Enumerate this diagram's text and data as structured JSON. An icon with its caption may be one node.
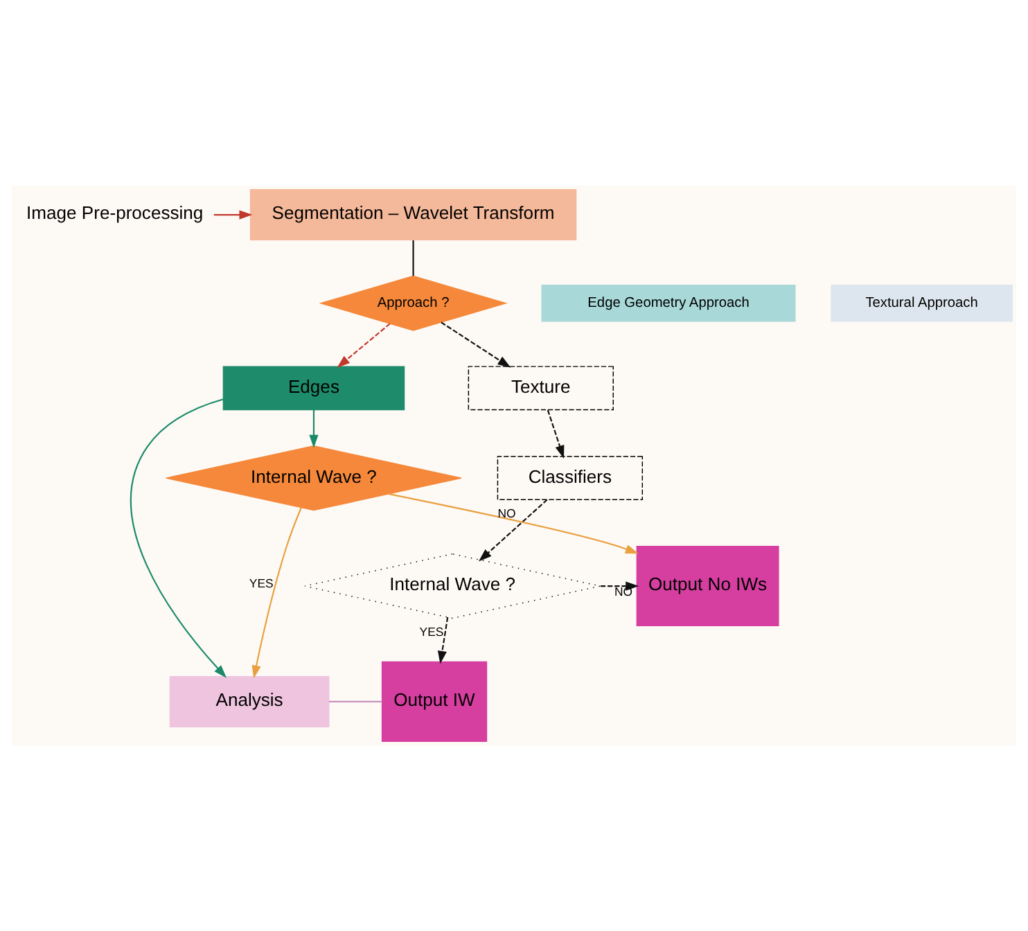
{
  "diagram": {
    "nodes": [
      {
        "text": [
          "Image Pre-processing"
        ]
      },
      {
        "text": [
          "Segmentation – Wavelet Transform"
        ]
      },
      {
        "text": [
          "Edge Geometry Approach"
        ]
      },
      {
        "text": [
          "Approach ?"
        ]
      },
      {
        "text": [
          "Textural Approach"
        ]
      },
      {
        "text": [
          "Texture"
        ]
      },
      {
        "text": [
          "Edges"
        ]
      },
      {
        "text": [
          "Classifiers"
        ]
      },
      {
        "text": [
          "Internal Wave ?"
        ]
      },
      {
        "text": [
          "Output No IWs"
        ]
      },
      {
        "text": [
          "Internal Wave ?"
        ]
      },
      {
        "text": [
          "Analysis"
        ]
      },
      {
        "text": [
          "Output IW"
        ]
      }
    ],
    "edges": [
      {
        "from": 0,
        "to": 1,
        "arrow": "to",
        "color": "#c0392b"
      },
      {
        "from": 1,
        "to": 3,
        "arrow": "none"
      },
      {
        "from": 3,
        "to": 6,
        "arrow": "to",
        "style": "dashed",
        "color": "#c0392b"
      },
      {
        "from": 3,
        "to": 5,
        "arrow": "to",
        "style": "dashed"
      },
      {
        "from": 6,
        "to": 8,
        "arrow": "to",
        "color": "#1a8a6a"
      },
      {
        "from": 6,
        "to": 11,
        "arrow": "to",
        "color": "#1a8a6a"
      },
      {
        "from": 5,
        "to": 7,
        "arrow": "to",
        "style": "dashed"
      },
      {
        "from": 7,
        "to": 10,
        "arrow": "to",
        "style": "dashed"
      },
      {
        "from": 8,
        "to": 9,
        "arrow": "to",
        "label": "NO",
        "color": "#e8a040"
      },
      {
        "from": 8,
        "to": 11,
        "arrow": "to",
        "label": "YES",
        "color": "#e8a040"
      },
      {
        "from": 10,
        "to": 9,
        "arrow": "to",
        "label": "NO",
        "style": "dashed"
      },
      {
        "from": 10,
        "to": 12,
        "arrow": "to",
        "label": "YES",
        "style": "dashed"
      },
      {
        "from": 11,
        "to": 12,
        "arrow": "none",
        "color": "#c890c0"
      }
    ]
  }
}
